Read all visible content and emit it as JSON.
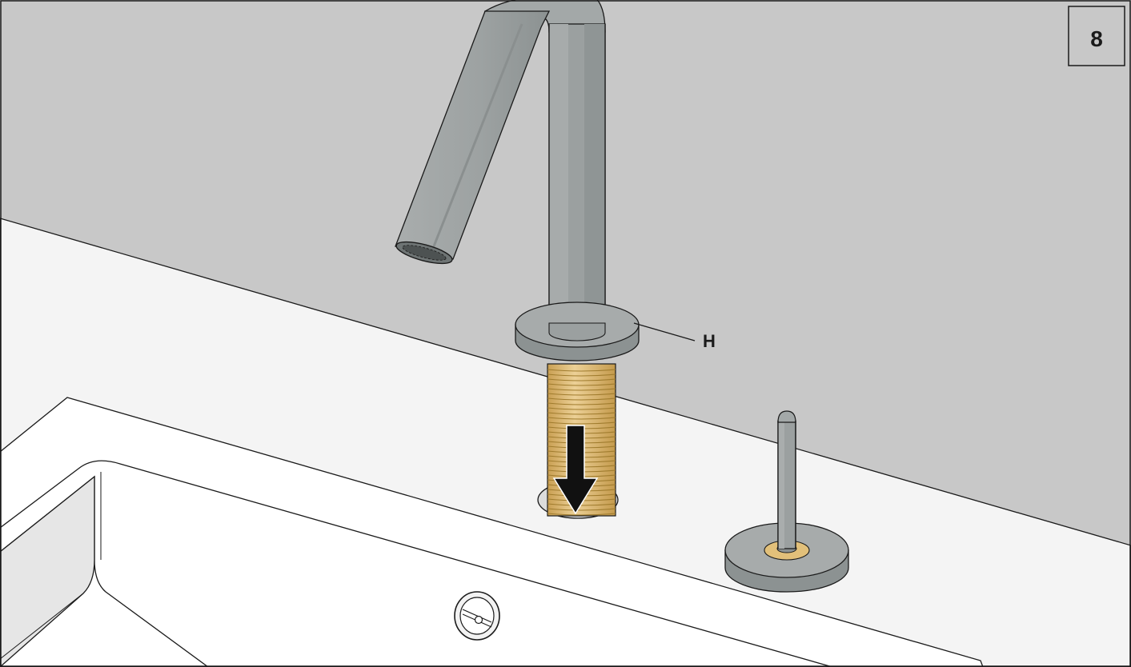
{
  "step": {
    "number": "8"
  },
  "callouts": [
    {
      "id": "H",
      "text": "H"
    }
  ],
  "icons": {
    "direction_arrow": "arrow-down-icon"
  },
  "colors": {
    "wall": "#c8c8c8",
    "countertop": "#f4f4f4",
    "basin": "#ffffff",
    "metal_light": "#a7abab",
    "metal_mid": "#979c9c",
    "metal_dark": "#7f8585",
    "thread_brass": "#e2c07a",
    "thread_line": "#a07c2e",
    "outline": "#1a1a1a"
  }
}
